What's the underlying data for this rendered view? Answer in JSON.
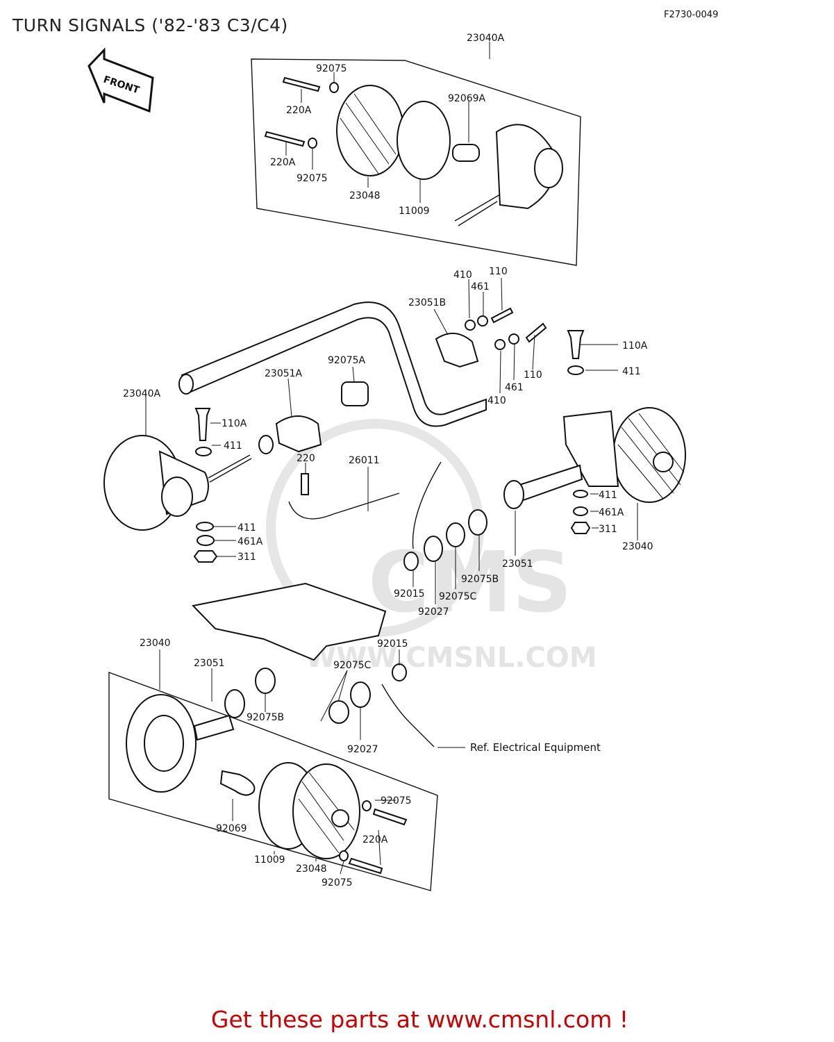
{
  "page": {
    "title": "TURN SIGNALS ('82-'83 C3/C4)",
    "drawing_code": "F2730-0049",
    "footer_cta": "Get these parts at www.cmsnl.com !"
  },
  "watermark": {
    "brand": "CMS",
    "url": "WWW.CMSNL.COM"
  },
  "front_arrow": {
    "label": "FRONT"
  },
  "reference": {
    "text": "Ref.  Electrical Equipment"
  },
  "callouts": {
    "c_23040A_top": "23040A",
    "c_92075_t1": "92075",
    "c_92069A": "92069A",
    "c_220A_t1": "220A",
    "c_220A_t2": "220A",
    "c_92075_t2": "92075",
    "c_23048_top": "23048",
    "c_11009_top": "11009",
    "c_410_a": "410",
    "c_110_a": "110",
    "c_461_a": "461",
    "c_23051B": "23051B",
    "c_110A_r": "110A",
    "c_411_r": "411",
    "c_92075A": "92075A",
    "c_110_b": "110",
    "c_23051A": "23051A",
    "c_461_b": "461",
    "c_410_b": "410",
    "c_23040A_left": "23040A",
    "c_110A_l": "110A",
    "c_411_l": "411",
    "c_220": "220",
    "c_26011": "26011",
    "c_411_rb": "411",
    "c_461A_rb": "461A",
    "c_311_rb": "311",
    "c_23040_r": "23040",
    "c_411_lb": "411",
    "c_461A_lb": "461A",
    "c_311_lb": "311",
    "c_23051_r": "23051",
    "c_92075B_r": "92075B",
    "c_92015_m": "92015",
    "c_92075C_m": "92075C",
    "c_92027_m": "92027",
    "c_23040_b": "23040",
    "c_92015_b": "92015",
    "c_23051_b": "23051",
    "c_92075C_b": "92075C",
    "c_92075B_b": "92075B",
    "c_92027_b": "92027",
    "c_92075_b1": "92075",
    "c_220A_b": "220A",
    "c_92069": "92069",
    "c_11009_b": "11009",
    "c_23048_b": "23048",
    "c_92075_b2": "92075"
  }
}
